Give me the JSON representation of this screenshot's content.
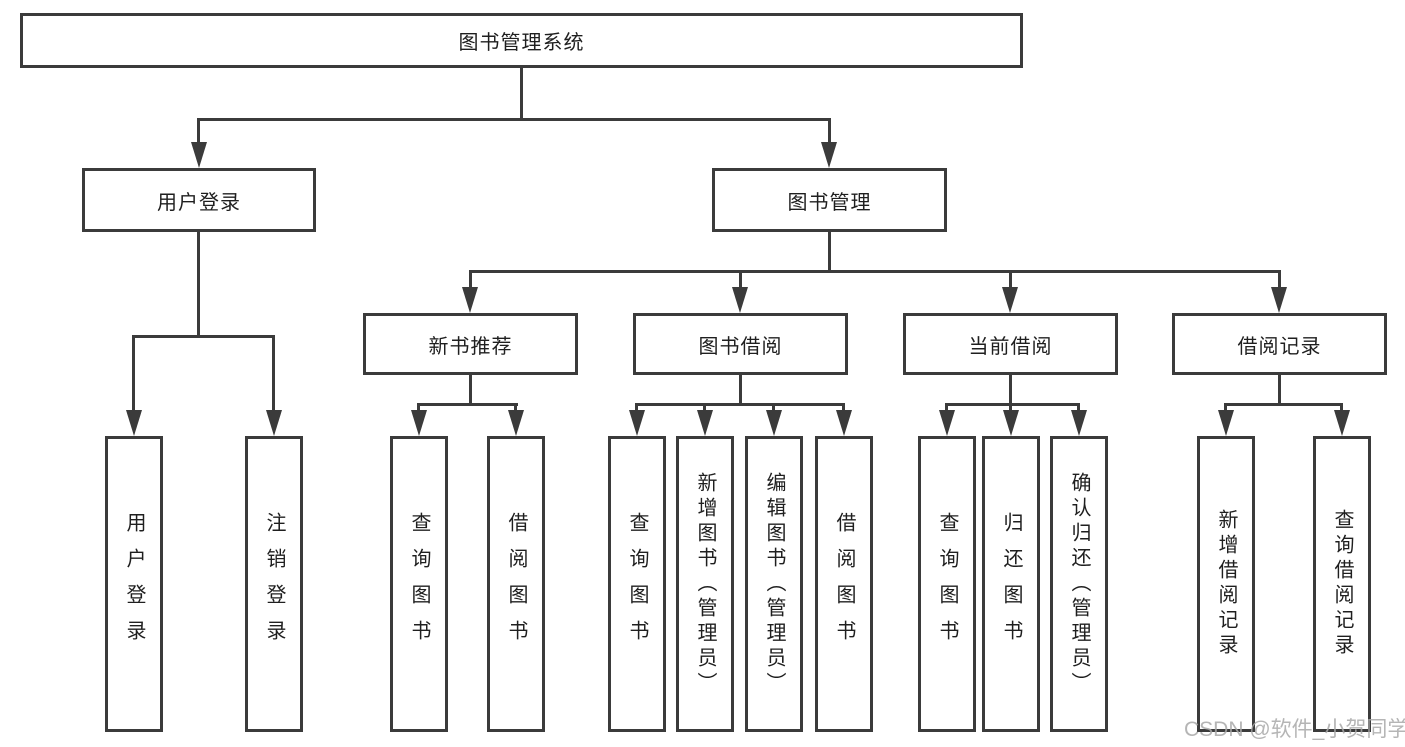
{
  "diagram": {
    "root_label": "图书管理系统",
    "children": [
      {
        "label": "用户登录",
        "children": [
          {
            "label": "用户登录"
          },
          {
            "label": "注销登录"
          }
        ]
      },
      {
        "label": "图书管理",
        "children": [
          {
            "label": "新书推荐",
            "children": [
              {
                "label": "查询图书"
              },
              {
                "label": "借阅图书"
              }
            ]
          },
          {
            "label": "图书借阅",
            "children": [
              {
                "label": "查询图书"
              },
              {
                "label": "新增图书（管理员）"
              },
              {
                "label": "编辑图书（管理员）"
              },
              {
                "label": "借阅图书"
              }
            ]
          },
          {
            "label": "当前借阅",
            "children": [
              {
                "label": "查询图书"
              },
              {
                "label": "归还图书"
              },
              {
                "label": "确认归还（管理员）"
              }
            ]
          },
          {
            "label": "借阅记录",
            "children": [
              {
                "label": "新增借阅记录"
              },
              {
                "label": "查询借阅记录"
              }
            ]
          }
        ]
      }
    ]
  },
  "watermark": "CSDN @软件_小贺同学",
  "colors": {
    "line": "#3b3b3b",
    "text": "#1f1f1f",
    "watermark": "#a8a8a8",
    "background": "#ffffff"
  }
}
